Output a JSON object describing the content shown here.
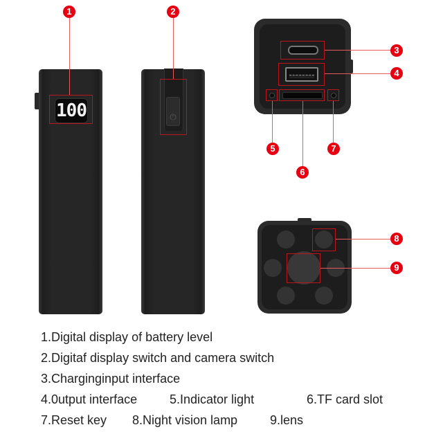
{
  "callouts": [
    "1",
    "2",
    "3",
    "4",
    "5",
    "6",
    "7",
    "8",
    "9"
  ],
  "device": {
    "battery_display_value": "100",
    "power_icon": "⏻"
  },
  "legend": {
    "rows": [
      [
        "1.Digital display of battery level"
      ],
      [
        "2.Digitaf display switch and camera switch"
      ],
      [
        "3.Charginginput interface"
      ],
      [
        "4.0utput interface",
        "5.Indicator light",
        "6.TF card slot"
      ],
      [
        "7.Reset key",
        "8.Night vision lamp",
        "9.lens"
      ]
    ]
  },
  "colors": {
    "callout_red": "#e60012",
    "highlight_box": "#c0141c",
    "device_black": "#262626"
  }
}
